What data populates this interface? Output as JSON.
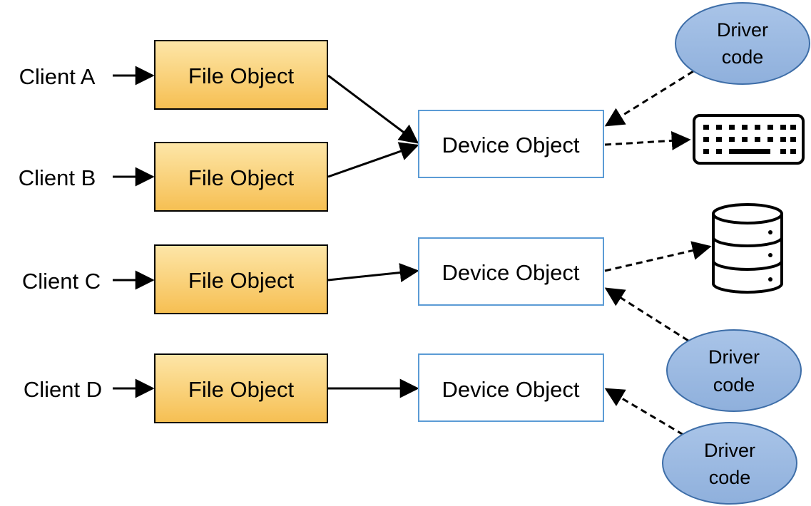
{
  "clients": [
    {
      "label": "Client A"
    },
    {
      "label": "Client B"
    },
    {
      "label": "Client C"
    },
    {
      "label": "Client D"
    }
  ],
  "file_objects": [
    {
      "label": "File Object"
    },
    {
      "label": "File Object"
    },
    {
      "label": "File Object"
    },
    {
      "label": "File Object"
    }
  ],
  "device_objects": [
    {
      "label": "Device Object"
    },
    {
      "label": "Device Object"
    },
    {
      "label": "Device Object"
    }
  ],
  "drivers": [
    {
      "line1": "Driver",
      "line2": "code"
    },
    {
      "line1": "Driver",
      "line2": "code"
    },
    {
      "line1": "Driver",
      "line2": "code"
    }
  ],
  "devices": [
    {
      "icon": "keyboard-icon"
    },
    {
      "icon": "database-icon"
    }
  ],
  "colors": {
    "file_object_top": "#fde3a0",
    "file_object_bottom": "#f7c055",
    "device_object_border": "#5b9bd5",
    "driver_fill": "#9dbbe3",
    "driver_border": "#3e6ea8"
  }
}
